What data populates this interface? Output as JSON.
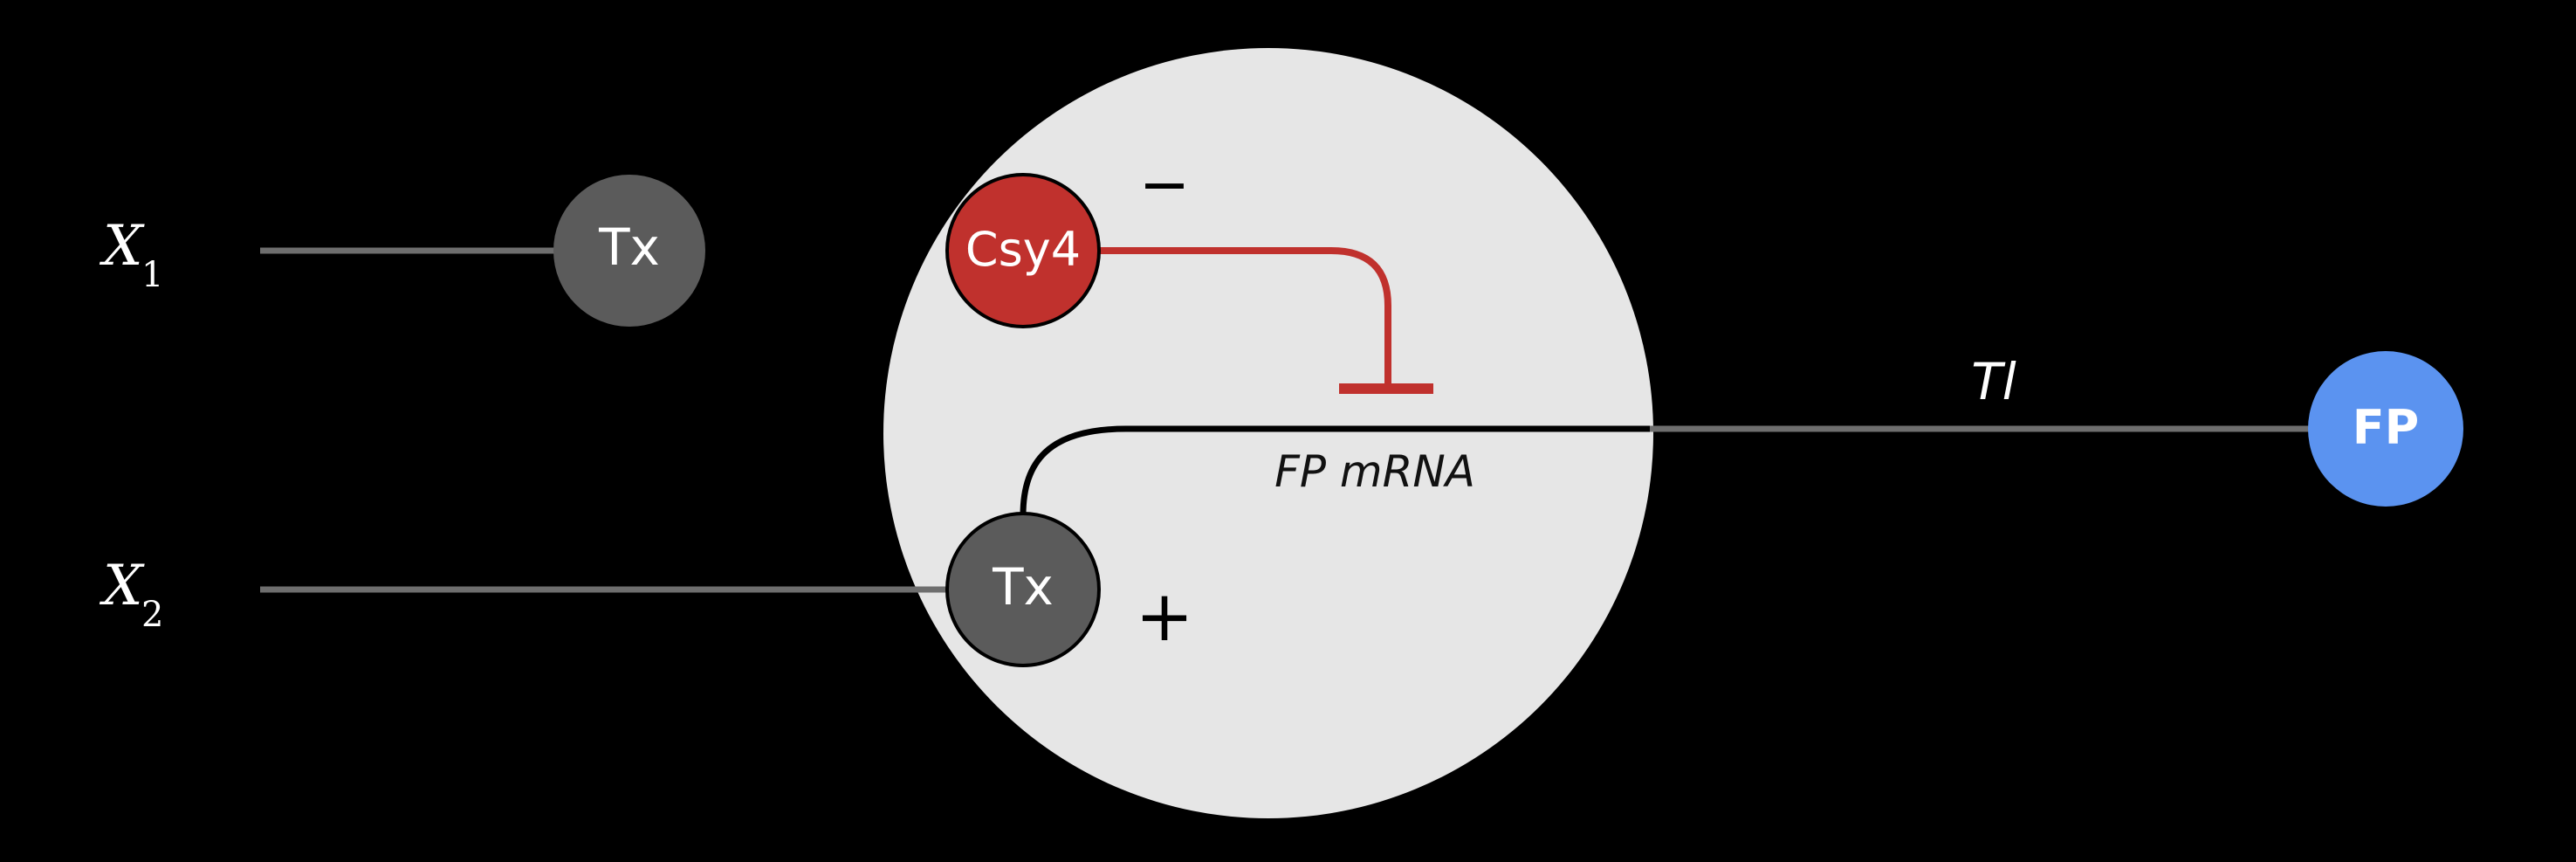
{
  "inputs": {
    "x1": {
      "symbol": "X",
      "subscript": "1"
    },
    "x2": {
      "symbol": "X",
      "subscript": "2"
    }
  },
  "nodes": {
    "tx_outside": {
      "label": "Tx"
    },
    "tx_inside": {
      "label": "Tx"
    },
    "csy4": {
      "label": "Csy4"
    },
    "fp": {
      "label": "FP"
    }
  },
  "labels": {
    "minus_sign": "−",
    "plus_sign": "+",
    "mrna": "FP mRNA",
    "translation": "Tl"
  },
  "colors": {
    "background": "#000000",
    "cell": "#e6e6e6",
    "tx_node": "#5b5b5b",
    "csy4_node": "#c0312d",
    "fp_node": "#5b93f0",
    "repression": "#c0312d",
    "connector": "#6e6e6e",
    "mrna_line": "#000000"
  }
}
